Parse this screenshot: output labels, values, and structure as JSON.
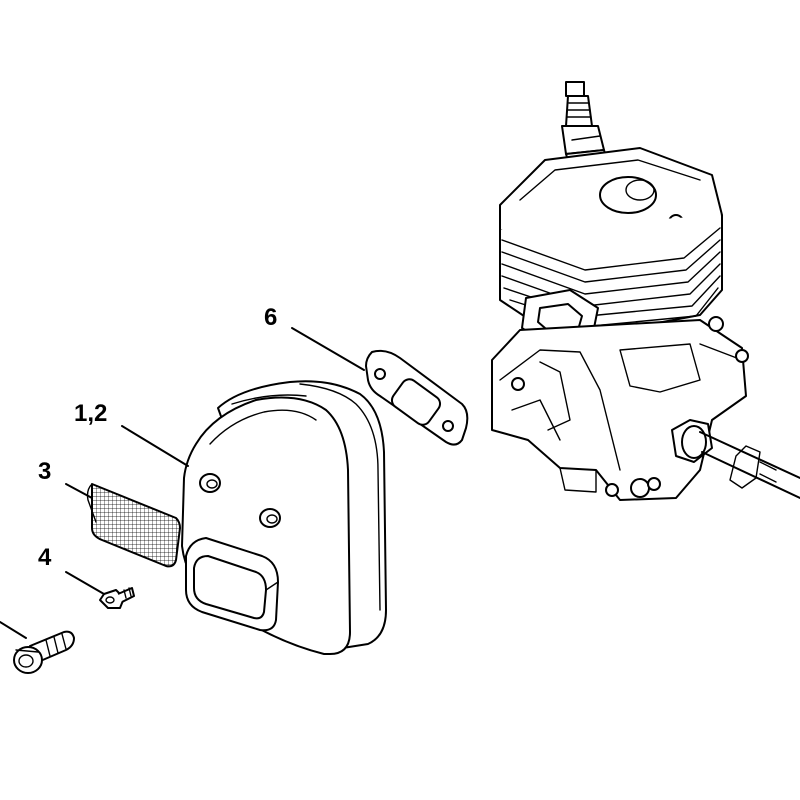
{
  "callouts": {
    "part_6": "6",
    "part_1_2": "1,2",
    "part_3": "3",
    "part_4": "4"
  },
  "colors": {
    "line": "#000000",
    "background": "#ffffff"
  },
  "icons": [
    "engine-illustration",
    "muffler-illustration",
    "gasket-illustration",
    "spark-arresting-screen-illustration",
    "screw-illustration",
    "bolt-illustration"
  ]
}
